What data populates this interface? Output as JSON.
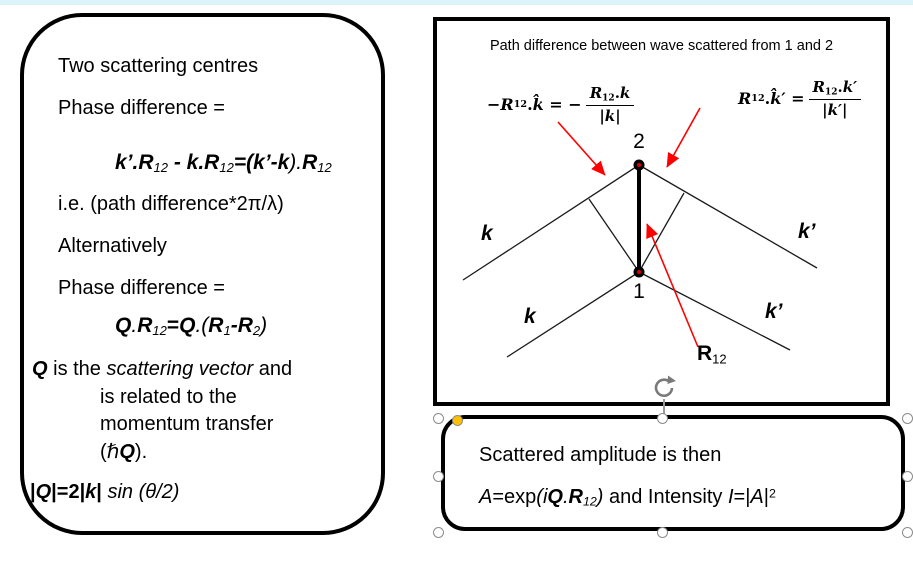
{
  "colors": {
    "accent_red": "#ff0000",
    "top_strip": "#dcf3fa",
    "adjust_handle_yellow": "#ffc000",
    "handle_stroke": "#8c8c8c"
  },
  "icons": {
    "rotate_handle": "circular-arrow"
  },
  "left_panel": {
    "lines": [
      [
        {
          "t": "Two scattering centres"
        }
      ],
      [
        {
          "t": "Phase difference ="
        }
      ],
      [
        {
          "t": "k’.R",
          "s": "bi"
        },
        {
          "t": "12",
          "s": "isub"
        },
        {
          "t": " - ",
          "s": "bi"
        },
        {
          "t": "k.R",
          "s": "bi"
        },
        {
          "t": "12",
          "s": "isub"
        },
        {
          "t": "=(",
          "s": "bi"
        },
        {
          "t": "k’-k",
          "s": "bi"
        },
        {
          "t": ").",
          "s": "i"
        },
        {
          "t": "R",
          "s": "bi"
        },
        {
          "t": "12",
          "s": "isub"
        }
      ],
      [
        {
          "t": "i.e. (path difference*2π/λ)"
        }
      ],
      [
        {
          "t": "Alternatively"
        }
      ],
      [
        {
          "t": "Phase difference ="
        }
      ],
      [
        {
          "t": "Q",
          "s": "bi"
        },
        {
          "t": ".",
          "s": "i"
        },
        {
          "t": "R",
          "s": "bi"
        },
        {
          "t": "12",
          "s": "isub"
        },
        {
          "t": "=",
          "s": "b"
        },
        {
          "t": "Q",
          "s": "bi"
        },
        {
          "t": ".(",
          "s": "i"
        },
        {
          "t": "R",
          "s": "bi"
        },
        {
          "t": "1",
          "s": "isub"
        },
        {
          "t": "-",
          "s": "bi"
        },
        {
          "t": "R",
          "s": "bi"
        },
        {
          "t": "2",
          "s": "isub"
        },
        {
          "t": ")",
          "s": "i"
        }
      ],
      [
        {
          "t": "Q",
          "s": "bi"
        },
        {
          "t": " is the "
        },
        {
          "t": "scattering vector",
          "s": "i"
        },
        {
          "t": " and"
        }
      ],
      [
        {
          "t": "is related to the"
        }
      ],
      [
        {
          "t": "momentum transfer"
        }
      ],
      [
        {
          "t": "("
        },
        {
          "t": "ℏ",
          "s": "i"
        },
        {
          "t": "Q",
          "s": "bi"
        },
        {
          "t": ")."
        }
      ],
      [
        {
          "t": "|",
          "s": "b"
        },
        {
          "t": "Q",
          "s": "bi"
        },
        {
          "t": "|=2|",
          "s": "b"
        },
        {
          "t": "k",
          "s": "bi"
        },
        {
          "t": "|",
          "s": "b"
        },
        {
          "t": " "
        },
        {
          "t": "sin (θ/2)",
          "s": "i"
        }
      ]
    ]
  },
  "diagram": {
    "title": "Path difference between wave scattered from 1 and 2",
    "formula_left": {
      "lhs": [
        {
          "t": "−",
          "s": "mb"
        },
        {
          "t": "R",
          "s": "mbi"
        },
        {
          "t": "12",
          "s": "msub"
        },
        {
          "t": ".",
          "s": "mb"
        },
        {
          "t": "k̂",
          "s": "mbi"
        },
        {
          "t": " = −",
          "s": "mb"
        }
      ],
      "num": [
        {
          "t": "R",
          "s": "mbi"
        },
        {
          "t": "12",
          "s": "msub"
        },
        {
          "t": ".",
          "s": "mb"
        },
        {
          "t": "k",
          "s": "mbi"
        }
      ],
      "den": [
        {
          "t": "|",
          "s": "mb"
        },
        {
          "t": "k",
          "s": "mbi"
        },
        {
          "t": "|",
          "s": "mb"
        }
      ]
    },
    "formula_right": {
      "lhs": [
        {
          "t": "R",
          "s": "mbi"
        },
        {
          "t": "12",
          "s": "msub"
        },
        {
          "t": ".",
          "s": "mb"
        },
        {
          "t": "k̂′",
          "s": "mbi"
        },
        {
          "t": " =",
          "s": "mb"
        }
      ],
      "num": [
        {
          "t": "R",
          "s": "mbi"
        },
        {
          "t": "12",
          "s": "msub"
        },
        {
          "t": ".",
          "s": "mb"
        },
        {
          "t": "k′",
          "s": "mbi"
        }
      ],
      "den": [
        {
          "t": "|",
          "s": "mb"
        },
        {
          "t": "k′",
          "s": "mbi"
        },
        {
          "t": "|",
          "s": "mb"
        }
      ]
    },
    "labels": {
      "point_top": "2",
      "point_bottom": "1",
      "k_upper": "k",
      "k_lower": "k",
      "kprime_upper": "k’",
      "kprime_lower": "k’",
      "r12_base": "R",
      "r12_sub": "12"
    }
  },
  "bottom_panel": {
    "lines": [
      [
        {
          "t": "Scattered amplitude is then"
        }
      ],
      [
        {
          "t": "A",
          "s": "i"
        },
        {
          "t": "=exp"
        },
        {
          "t": "(i",
          "s": "i"
        },
        {
          "t": "Q",
          "s": "bi"
        },
        {
          "t": ".",
          "s": "i"
        },
        {
          "t": "R",
          "s": "bi"
        },
        {
          "t": "12",
          "s": "isub"
        },
        {
          "t": ")",
          "s": "i"
        },
        {
          "t": " and Intensity "
        },
        {
          "t": "I",
          "s": "i"
        },
        {
          "t": "=|"
        },
        {
          "t": "A",
          "s": "i"
        },
        {
          "t": "|"
        },
        {
          "t": "2",
          "s": "sup"
        }
      ]
    ]
  }
}
